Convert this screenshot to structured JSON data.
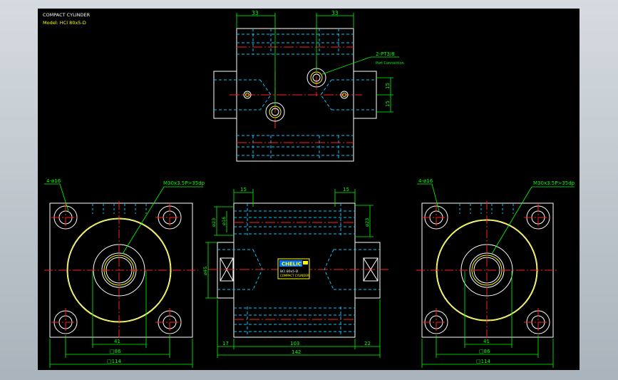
{
  "title_block": {
    "title": "COMPACT CYLINDER",
    "model": "Model: HCI 80x5-D"
  },
  "top_view": {
    "dim_left": "33",
    "dim_right": "33",
    "port_label": "2-PT3/8",
    "port_sub": "Port Connection",
    "dim_v1": "15",
    "dim_v2": "15"
  },
  "left_view": {
    "holes_label": "4-ø16",
    "thread_label": "M30x3.5P>35dp",
    "dim_inner": "41",
    "dim_mid": "□86",
    "dim_outer": "□114"
  },
  "center_view": {
    "dim_top_left": "15",
    "dim_top_right": "15",
    "dim_d23_left": "ø23",
    "dim_d16": "ø16",
    "dim_d23_right": "ø23",
    "dim_d45": "ø45",
    "dim_bottom_left": "17",
    "dim_bottom_mid": "103",
    "dim_bottom_right": "22",
    "dim_total": "142",
    "nameplate_brand": "CHELIC",
    "nameplate_line1": "BCI 80x5-D",
    "nameplate_line2": "COMPACT CYLINDER"
  },
  "right_view": {
    "holes_label": "4-ø16",
    "thread_label": "M30x3.5P>35dp",
    "dim_inner": "41",
    "dim_mid": "□86",
    "dim_outer": "□114"
  },
  "colors": {
    "background": "#000000",
    "outline": "#ffffff",
    "hidden": "#00c8ff",
    "center": "#ff2020",
    "dimension": "#00ff00",
    "accent": "#ffff00"
  }
}
